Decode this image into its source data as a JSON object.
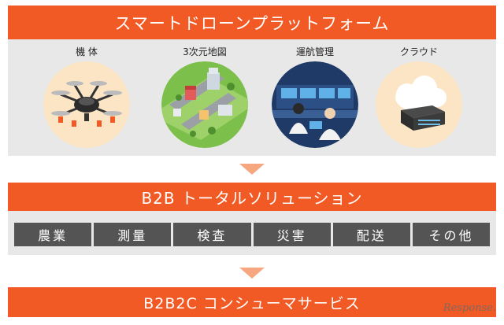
{
  "platform": {
    "title": "スマートドローンプラットフォーム",
    "components": [
      {
        "label": "機 体",
        "icon": "drone-icon"
      },
      {
        "label": "3次元地図",
        "icon": "city-map-icon"
      },
      {
        "label": "運航管理",
        "icon": "control-room-icon"
      },
      {
        "label": "クラウド",
        "icon": "cloud-server-icon"
      }
    ]
  },
  "b2b": {
    "title": "B2B トータルソリューション",
    "categories": [
      "農業",
      "測量",
      "検査",
      "災害",
      "配送",
      "その他"
    ]
  },
  "b2b2c": {
    "title": "B2B2C コンシューマサービス"
  },
  "watermark": "Response.",
  "colors": {
    "accent": "#f15a24",
    "arrow": "#f6a77f",
    "panel": "#e8e8e8",
    "category_box": "#545454"
  }
}
